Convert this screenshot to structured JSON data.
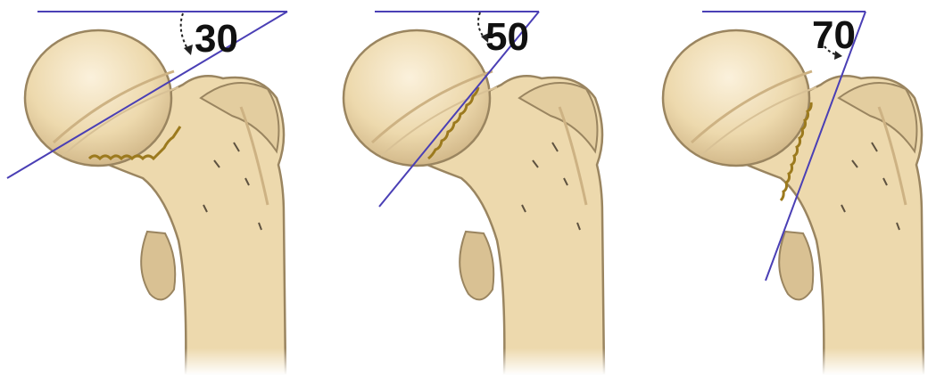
{
  "panels": [
    {
      "angle_label": "30"
    },
    {
      "angle_label": "50"
    },
    {
      "angle_label": "70"
    }
  ],
  "colors": {
    "bone": "#edd9ad",
    "bone_shadow": "#cdb283",
    "bone_outline": "#9a8560",
    "bone_highlight": "#fbf1dc",
    "fracture_line": "#9c7a1e",
    "reference_line": "#4a3fb5",
    "arrow": "#222222"
  },
  "icons": [
    "femur-illustration",
    "curved-arrow-icon"
  ]
}
